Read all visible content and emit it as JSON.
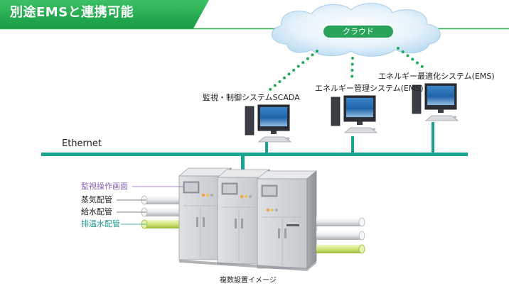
{
  "title": "別途EMSと連携可能",
  "cloud": {
    "label": "クラウド"
  },
  "network": {
    "label": "Ethernet"
  },
  "systems": [
    {
      "label": "監視・制御システムSCADA"
    },
    {
      "label": "エネルギー管理システム(EMS)"
    },
    {
      "label": "エネルギー最適化システム(EMS)"
    }
  ],
  "callouts": {
    "monitor_panel": "監視操作画面",
    "steam_pipe": "蒸気配管",
    "water_supply_pipe": "給水配管",
    "drain_pipe": "排温水配管"
  },
  "caption": "複数設置イメージ",
  "colors": {
    "accent_green": "#1faa50",
    "ethernet_line": "#1aa38f",
    "cloud_pill": "#2aa35a",
    "purple_label": "#8a5fb3",
    "teal_label": "#1c9a91",
    "cabinet": "#cfd2d5",
    "pipe_hot": "#cfe67a"
  }
}
